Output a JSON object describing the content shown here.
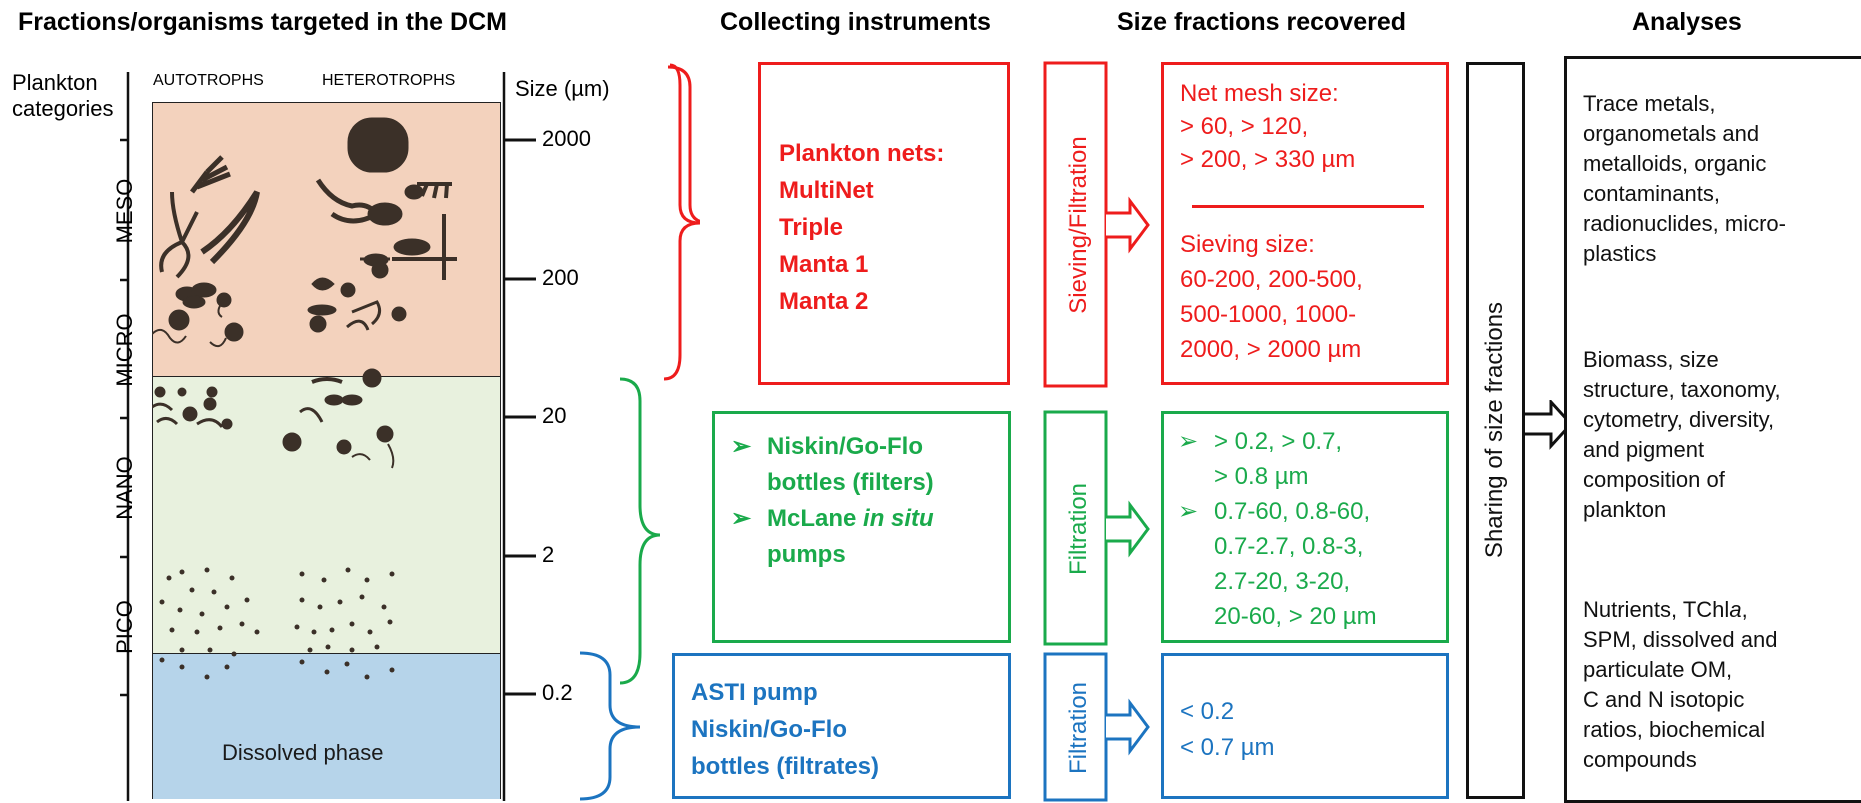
{
  "headers": {
    "fractions": "Fractions/organisms targeted in the DCM",
    "instruments": "Collecting instruments",
    "size_fractions": "Size fractions recovered",
    "analyses": "Analyses"
  },
  "plankton": {
    "categories_line1": "Plankton",
    "categories_line2": "categories",
    "autotrophs": "AUTOTROPHS",
    "heterotrophs": "HETEROTROPHS",
    "size_label": "Size (µm)",
    "ticks": [
      "2000",
      "200",
      "20",
      "2",
      "0.2"
    ],
    "classes": [
      "MESO",
      "MICRO",
      "NANO",
      "PICO"
    ],
    "dissolved": "Dissolved phase"
  },
  "instruments": {
    "red": [
      "Plankton nets:",
      "MultiNet",
      "Triple",
      "Manta 1",
      "Manta 2"
    ],
    "green": {
      "item1_line1": "Niskin/Go-Flo",
      "item1_line2": "bottles (filters)",
      "item2_line1_a": "McLane ",
      "item2_line1_b": "in situ",
      "item2_line2": "pumps"
    },
    "blue": [
      "ASTI pump",
      "Niskin/Go-Flo",
      "bottles (filtrates)"
    ]
  },
  "processes": {
    "red": "Sieving/Filtration",
    "green": "Filtration",
    "blue": "Filtration"
  },
  "size_fractions": {
    "red_top": [
      "Net mesh size:",
      "> 60, > 120,",
      "> 200, > 330 µm"
    ],
    "red_bottom": [
      "Sieving size:",
      "60-200, 200-500,",
      "500-1000, 1000-",
      "2000, > 2000 µm"
    ],
    "green_item1": [
      "> 0.2, > 0.7,",
      "> 0.8 µm"
    ],
    "green_item2": [
      "0.7-60, 0.8-60,",
      "0.7-2.7, 0.8-3,",
      "2.7-20, 3-20,",
      "20-60, > 20 µm"
    ],
    "blue": [
      "< 0.2",
      "< 0.7 µm"
    ]
  },
  "sharing_label": "Sharing of size fractions",
  "analyses": {
    "group1": [
      "Trace metals,",
      "organometals and",
      "metalloids, organic",
      "contaminants,",
      "radionuclides, micro-",
      "plastics"
    ],
    "group2": [
      "Biomass, size",
      "structure, taxonomy,",
      "cytometry, diversity,",
      "and pigment",
      "composition of",
      "plankton"
    ],
    "group3_line1_a": "Nutrients, TChl",
    "group3_line1_b": "a",
    "group3_line1_c": ",",
    "group3_rest": [
      "SPM, dissolved and",
      "particulate OM,",
      "C and N isotopic",
      "ratios, biochemical",
      "compounds"
    ]
  },
  "colors": {
    "red": "#ee1c1c",
    "green": "#1aaa4b",
    "blue": "#1c74c0",
    "meso_micro_bg": "#f3d2bd",
    "nano_pico_bg": "#e8f1de",
    "dissolved_bg": "#b6d4ea",
    "organism": "#3b3028"
  }
}
